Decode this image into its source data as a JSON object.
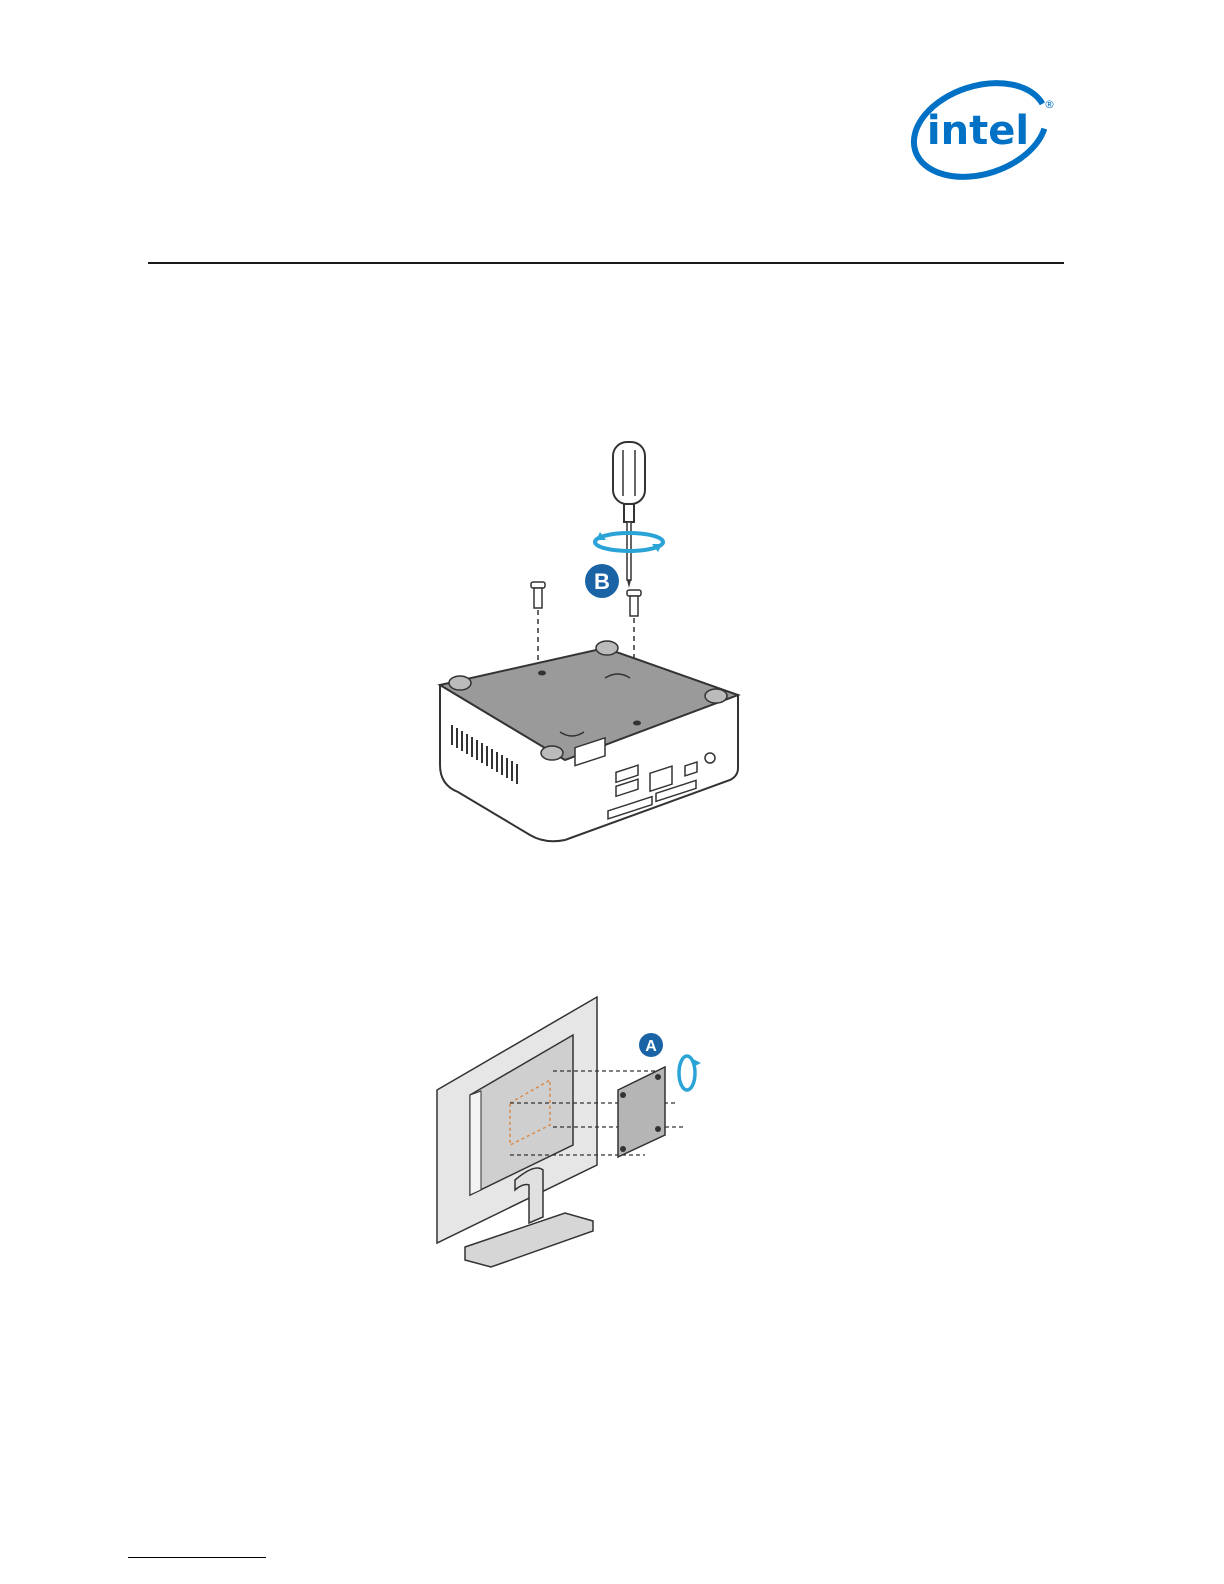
{
  "document": {
    "logo": {
      "text": "intel",
      "registered_mark": "®",
      "color": "#0071c5"
    },
    "figures": [
      {
        "callout": "B",
        "icon": "screwdriver-icon"
      },
      {
        "callout": "A",
        "icon": "rotate-arrow-icon"
      }
    ],
    "colors": {
      "callout_blue": "#1a64a6",
      "arrow_blue": "#2aa3d6",
      "vesa_dashed_outline": "#d98a4a"
    }
  }
}
